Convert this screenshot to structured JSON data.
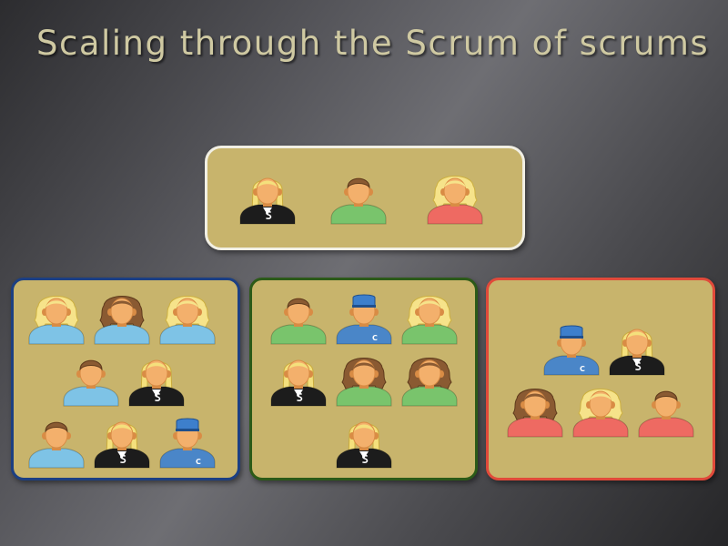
{
  "title": "Scaling through the Scrum of scrums",
  "colors": {
    "background": "#505055",
    "box_fill": "#c8b46c",
    "top_border": "#f1efe4",
    "blue_border": "#1c3f82",
    "green_border": "#2c5a18",
    "red_border": "#e04a3a",
    "title_text": "#cfc9a2",
    "shirt_blue": "#7ec3e6",
    "shirt_green": "#79c46c",
    "shirt_red": "#ee6a62",
    "shirt_black": "#1c1c1c",
    "shirt_uniform": "#4a86c8"
  },
  "groups": [
    {
      "id": "top",
      "members": [
        {
          "hair": "blonde-long",
          "shirt": "black",
          "badge": "S"
        },
        {
          "hair": "brown-short",
          "shirt": "green"
        },
        {
          "hair": "blonde-curly",
          "shirt": "red"
        }
      ]
    },
    {
      "id": "blue",
      "members": [
        {
          "hair": "blonde-curly",
          "shirt": "blue"
        },
        {
          "hair": "brown-curly",
          "shirt": "blue"
        },
        {
          "hair": "blonde-curly",
          "shirt": "blue"
        },
        {
          "hair": "brown-short",
          "shirt": "blue"
        },
        {
          "hair": "blonde-long",
          "shirt": "black",
          "badge": "S"
        },
        {
          "hair": "brown-short",
          "shirt": "blue"
        },
        {
          "hair": "blonde-long",
          "shirt": "black",
          "badge": "S"
        },
        {
          "hair": "cap",
          "shirt": "uniform",
          "badge": "C"
        }
      ]
    },
    {
      "id": "green",
      "members": [
        {
          "hair": "brown-short",
          "shirt": "green"
        },
        {
          "hair": "cap",
          "shirt": "uniform",
          "badge": "C"
        },
        {
          "hair": "blonde-curly",
          "shirt": "green"
        },
        {
          "hair": "blonde-long",
          "shirt": "black",
          "badge": "S"
        },
        {
          "hair": "brown-curly",
          "shirt": "green"
        },
        {
          "hair": "brown-curly",
          "shirt": "green"
        },
        {
          "hair": "blonde-long",
          "shirt": "black",
          "badge": "S"
        }
      ]
    },
    {
      "id": "red",
      "members": [
        {
          "hair": "cap",
          "shirt": "uniform",
          "badge": "C"
        },
        {
          "hair": "blonde-long",
          "shirt": "black",
          "badge": "S"
        },
        {
          "hair": "brown-curly",
          "shirt": "red"
        },
        {
          "hair": "blonde-curly",
          "shirt": "red"
        },
        {
          "hair": "brown-short",
          "shirt": "red"
        }
      ]
    }
  ]
}
